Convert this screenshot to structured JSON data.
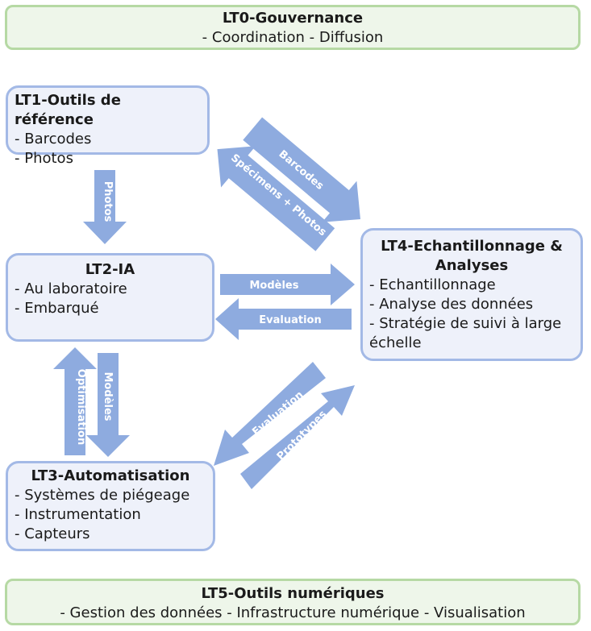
{
  "colors": {
    "arrow": "#8eabdf",
    "blue_border": "#a3b9e6",
    "blue_fill": "#eef1fa",
    "green_border": "#b6d9a4",
    "green_fill": "#eef6ea"
  },
  "lt0": {
    "title": "LT0-Gouvernance",
    "subtitle": "- Coordination - Diffusion"
  },
  "lt1": {
    "title": "LT1-Outils de référence",
    "items": [
      "- Barcodes",
      "- Photos"
    ]
  },
  "lt2": {
    "title": "LT2-IA",
    "items": [
      "- Au laboratoire",
      "- Embarqué"
    ]
  },
  "lt3": {
    "title": "LT3-Automatisation",
    "items": [
      "- Systèmes de piégeage",
      "- Instrumentation",
      "- Capteurs"
    ]
  },
  "lt4": {
    "title_line1": "LT4-Echantillonnage &",
    "title_line2": "Analyses",
    "items": [
      "- Echantillonnage",
      "- Analyse des données",
      "- Stratégie de suivi à large",
      "échelle"
    ]
  },
  "lt5": {
    "title": "LT5-Outils numériques",
    "subtitle": "- Gestion des données - Infrastructure numérique - Visualisation"
  },
  "arrows": {
    "photos": "Photos",
    "barcodes": "Barcodes",
    "specimens_photos": "Spécimens + Photos",
    "modeles_right": "Modèles",
    "evaluation_left": "Evaluation",
    "optimisation": "Optimisation",
    "modeles_down": "Modèles",
    "evaluation_diag": "Evaluation",
    "prototypes": "Prototypes"
  }
}
